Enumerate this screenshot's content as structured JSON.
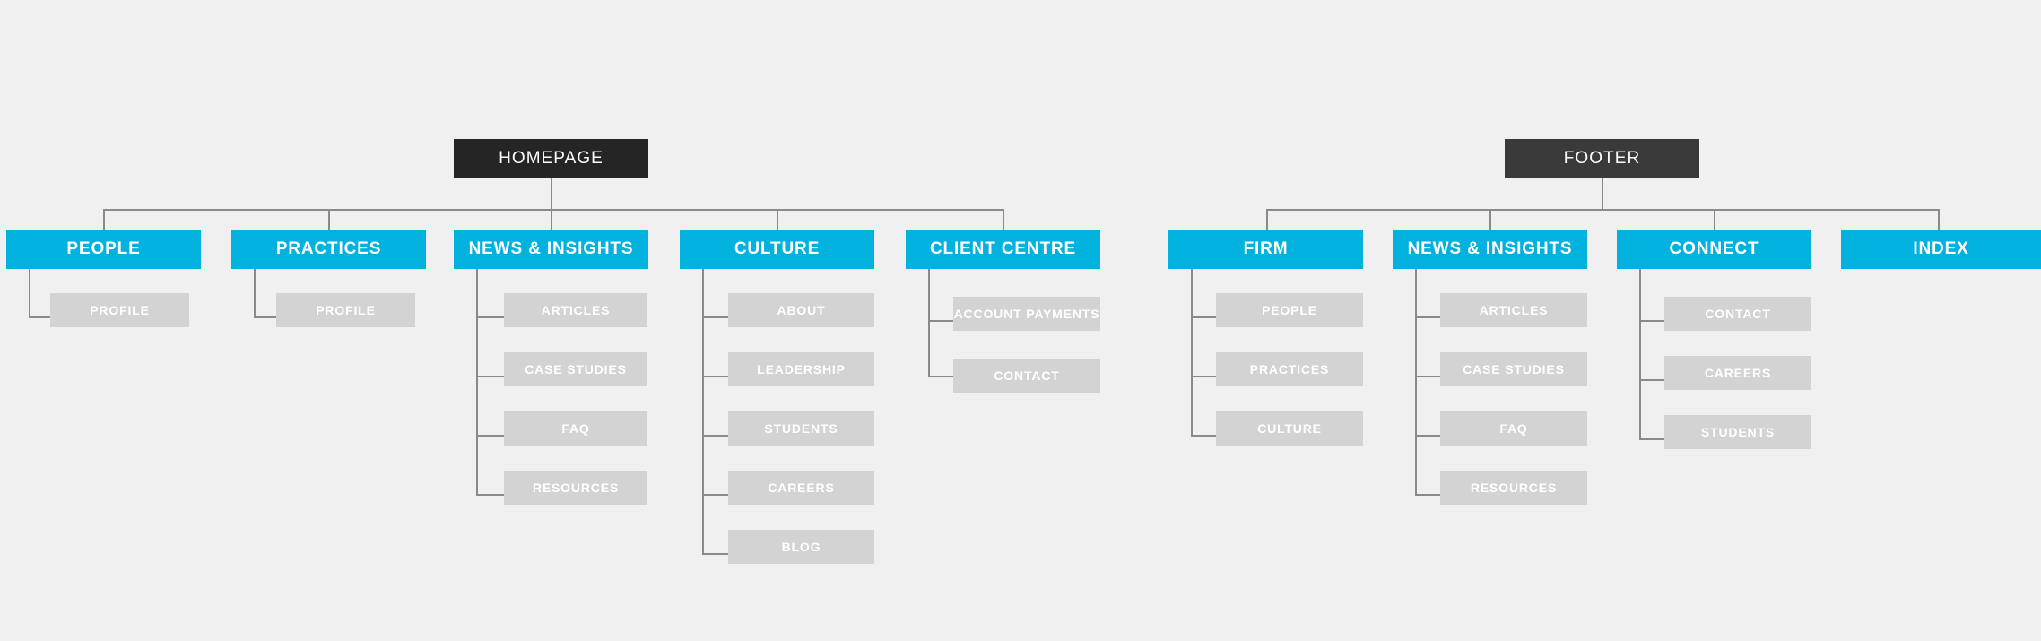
{
  "meta": {
    "background_color": "#f0f0f0",
    "root_color": "#252525",
    "footer_root_color": "#3a3a3a",
    "primary_color": "#00b2dd",
    "child_color": "#d3d3d3",
    "connector_color": "#8a8a8a",
    "label_color": "#ffffff"
  },
  "sitemap": {
    "main": {
      "root": {
        "label": "HOMEPAGE"
      },
      "sections": [
        {
          "label": "PEOPLE",
          "children": [
            {
              "label": "PROFILE"
            }
          ]
        },
        {
          "label": "PRACTICES",
          "children": [
            {
              "label": "PROFILE"
            }
          ]
        },
        {
          "label": "NEWS & INSIGHTS",
          "children": [
            {
              "label": "ARTICLES"
            },
            {
              "label": "CASE STUDIES"
            },
            {
              "label": "FAQ"
            },
            {
              "label": "RESOURCES"
            }
          ]
        },
        {
          "label": "CULTURE",
          "children": [
            {
              "label": "ABOUT"
            },
            {
              "label": "LEADERSHIP"
            },
            {
              "label": "STUDENTS"
            },
            {
              "label": "CAREERS"
            },
            {
              "label": "BLOG"
            }
          ]
        },
        {
          "label": "CLIENT CENTRE",
          "children": [
            {
              "label": "ACCOUNT PAYMENTS"
            },
            {
              "label": "CONTACT"
            }
          ]
        }
      ]
    },
    "footer": {
      "root": {
        "label": "FOOTER"
      },
      "sections": [
        {
          "label": "FIRM",
          "children": [
            {
              "label": "PEOPLE"
            },
            {
              "label": "PRACTICES"
            },
            {
              "label": "CULTURE"
            }
          ]
        },
        {
          "label": "NEWS & INSIGHTS",
          "children": [
            {
              "label": "ARTICLES"
            },
            {
              "label": "CASE STUDIES"
            },
            {
              "label": "FAQ"
            },
            {
              "label": "RESOURCES"
            }
          ]
        },
        {
          "label": "CONNECT",
          "children": [
            {
              "label": "CONTACT"
            },
            {
              "label": "CAREERS"
            },
            {
              "label": "STUDENTS"
            }
          ]
        },
        {
          "label": "INDEX",
          "children": []
        }
      ]
    }
  }
}
